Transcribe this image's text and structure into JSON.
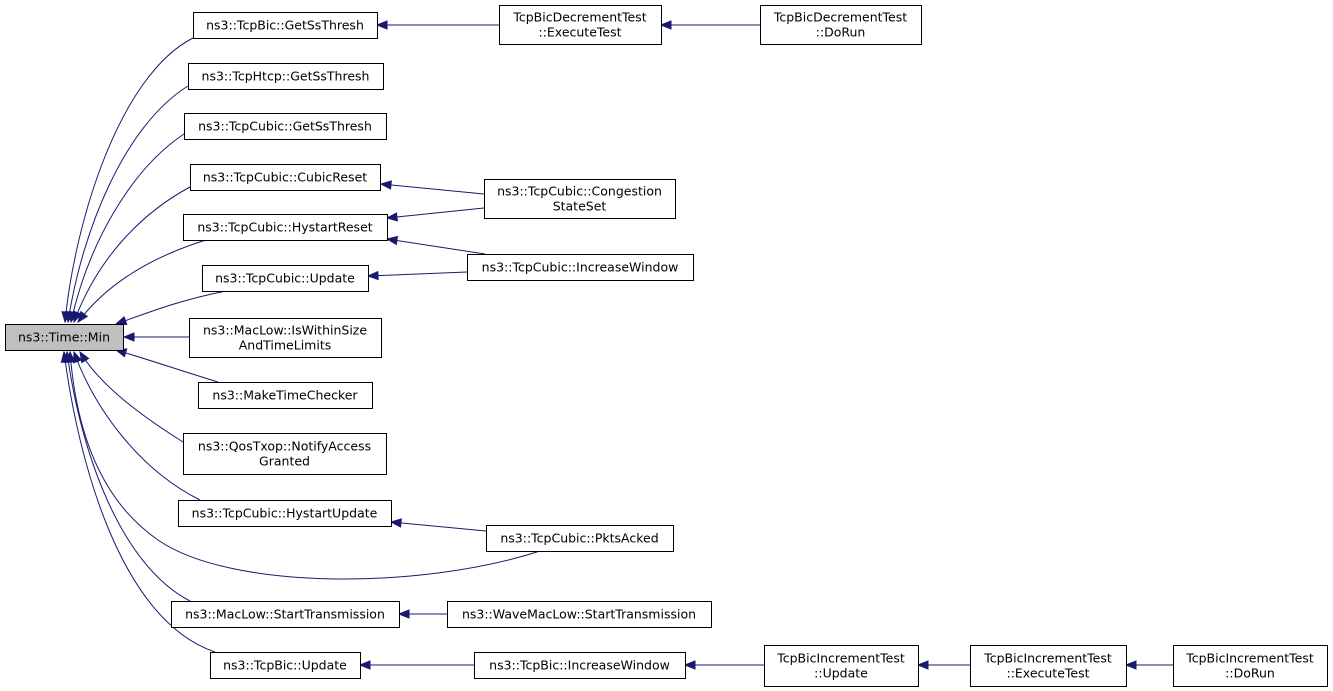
{
  "colors": {
    "node_fill": "#ffffff",
    "focus_fill": "#bfbfbf",
    "border": "#000000",
    "edge": "#191970"
  },
  "nodes": [
    {
      "id": "time-min",
      "lines": [
        "ns3::Time::Min"
      ],
      "focus": true
    },
    {
      "id": "tcpbic-getssthresh",
      "lines": [
        "ns3::TcpBic::GetSsThresh"
      ]
    },
    {
      "id": "tcphtcp-getssthresh",
      "lines": [
        "ns3::TcpHtcp::GetSsThresh"
      ]
    },
    {
      "id": "tcpcubic-getssthresh",
      "lines": [
        "ns3::TcpCubic::GetSsThresh"
      ]
    },
    {
      "id": "tcpcubic-cubicreset",
      "lines": [
        "ns3::TcpCubic::CubicReset"
      ]
    },
    {
      "id": "tcpcubic-hystartreset",
      "lines": [
        "ns3::TcpCubic::HystartReset"
      ]
    },
    {
      "id": "tcpcubic-update",
      "lines": [
        "ns3::TcpCubic::Update"
      ]
    },
    {
      "id": "maclow-iswithinsize",
      "lines": [
        "ns3::MacLow::IsWithinSize",
        "AndTimeLimits"
      ]
    },
    {
      "id": "maketimechecker",
      "lines": [
        "ns3::MakeTimeChecker"
      ]
    },
    {
      "id": "qostxop-notifyaccess",
      "lines": [
        "ns3::QosTxop::NotifyAccess",
        "Granted"
      ]
    },
    {
      "id": "tcpcubic-hystartupdate",
      "lines": [
        "ns3::TcpCubic::HystartUpdate"
      ]
    },
    {
      "id": "maclow-starttransmission",
      "lines": [
        "ns3::MacLow::StartTransmission"
      ]
    },
    {
      "id": "tcpbic-update",
      "lines": [
        "ns3::TcpBic::Update"
      ]
    },
    {
      "id": "tcpbicdecrement-executetest",
      "lines": [
        "TcpBicDecrementTest",
        "::ExecuteTest"
      ]
    },
    {
      "id": "tcpbicdecrement-dorun",
      "lines": [
        "TcpBicDecrementTest",
        "::DoRun"
      ]
    },
    {
      "id": "tcpcubic-congestionstateset",
      "lines": [
        "ns3::TcpCubic::Congestion",
        "StateSet"
      ]
    },
    {
      "id": "tcpcubic-increasewindow",
      "lines": [
        "ns3::TcpCubic::IncreaseWindow"
      ]
    },
    {
      "id": "tcpcubic-pktsacked",
      "lines": [
        "ns3::TcpCubic::PktsAcked"
      ]
    },
    {
      "id": "wavemaclow-starttransmission",
      "lines": [
        "ns3::WaveMacLow::StartTransmission"
      ]
    },
    {
      "id": "tcpbic-increasewindow",
      "lines": [
        "ns3::TcpBic::IncreaseWindow"
      ]
    },
    {
      "id": "tcpbicincrement-update",
      "lines": [
        "TcpBicIncrementTest",
        "::Update"
      ]
    },
    {
      "id": "tcpbicincrement-executetest",
      "lines": [
        "TcpBicIncrementTest",
        "::ExecuteTest"
      ]
    },
    {
      "id": "tcpbicincrement-dorun",
      "lines": [
        "TcpBicIncrementTest",
        "::DoRun"
      ]
    }
  ],
  "edges": [
    {
      "from": "tcpbic-getssthresh",
      "to": "time-min"
    },
    {
      "from": "tcphtcp-getssthresh",
      "to": "time-min"
    },
    {
      "from": "tcpcubic-getssthresh",
      "to": "time-min"
    },
    {
      "from": "tcpcubic-cubicreset",
      "to": "time-min"
    },
    {
      "from": "tcpcubic-hystartreset",
      "to": "time-min"
    },
    {
      "from": "tcpcubic-update",
      "to": "time-min"
    },
    {
      "from": "maclow-iswithinsize",
      "to": "time-min"
    },
    {
      "from": "maketimechecker",
      "to": "time-min"
    },
    {
      "from": "qostxop-notifyaccess",
      "to": "time-min"
    },
    {
      "from": "tcpcubic-hystartupdate",
      "to": "time-min"
    },
    {
      "from": "tcpcubic-pktsacked",
      "to": "time-min"
    },
    {
      "from": "maclow-starttransmission",
      "to": "time-min"
    },
    {
      "from": "tcpbic-update",
      "to": "time-min"
    },
    {
      "from": "tcpbicdecrement-executetest",
      "to": "tcpbic-getssthresh"
    },
    {
      "from": "tcpbicdecrement-dorun",
      "to": "tcpbicdecrement-executetest"
    },
    {
      "from": "tcpcubic-congestionstateset",
      "to": "tcpcubic-cubicreset"
    },
    {
      "from": "tcpcubic-congestionstateset",
      "to": "tcpcubic-hystartreset"
    },
    {
      "from": "tcpcubic-increasewindow",
      "to": "tcpcubic-hystartreset"
    },
    {
      "from": "tcpcubic-increasewindow",
      "to": "tcpcubic-update"
    },
    {
      "from": "tcpcubic-pktsacked",
      "to": "tcpcubic-hystartupdate"
    },
    {
      "from": "wavemaclow-starttransmission",
      "to": "maclow-starttransmission"
    },
    {
      "from": "tcpbic-increasewindow",
      "to": "tcpbic-update"
    },
    {
      "from": "tcpbicincrement-update",
      "to": "tcpbic-increasewindow"
    },
    {
      "from": "tcpbicincrement-executetest",
      "to": "tcpbicincrement-update"
    },
    {
      "from": "tcpbicincrement-dorun",
      "to": "tcpbicincrement-executetest"
    }
  ]
}
